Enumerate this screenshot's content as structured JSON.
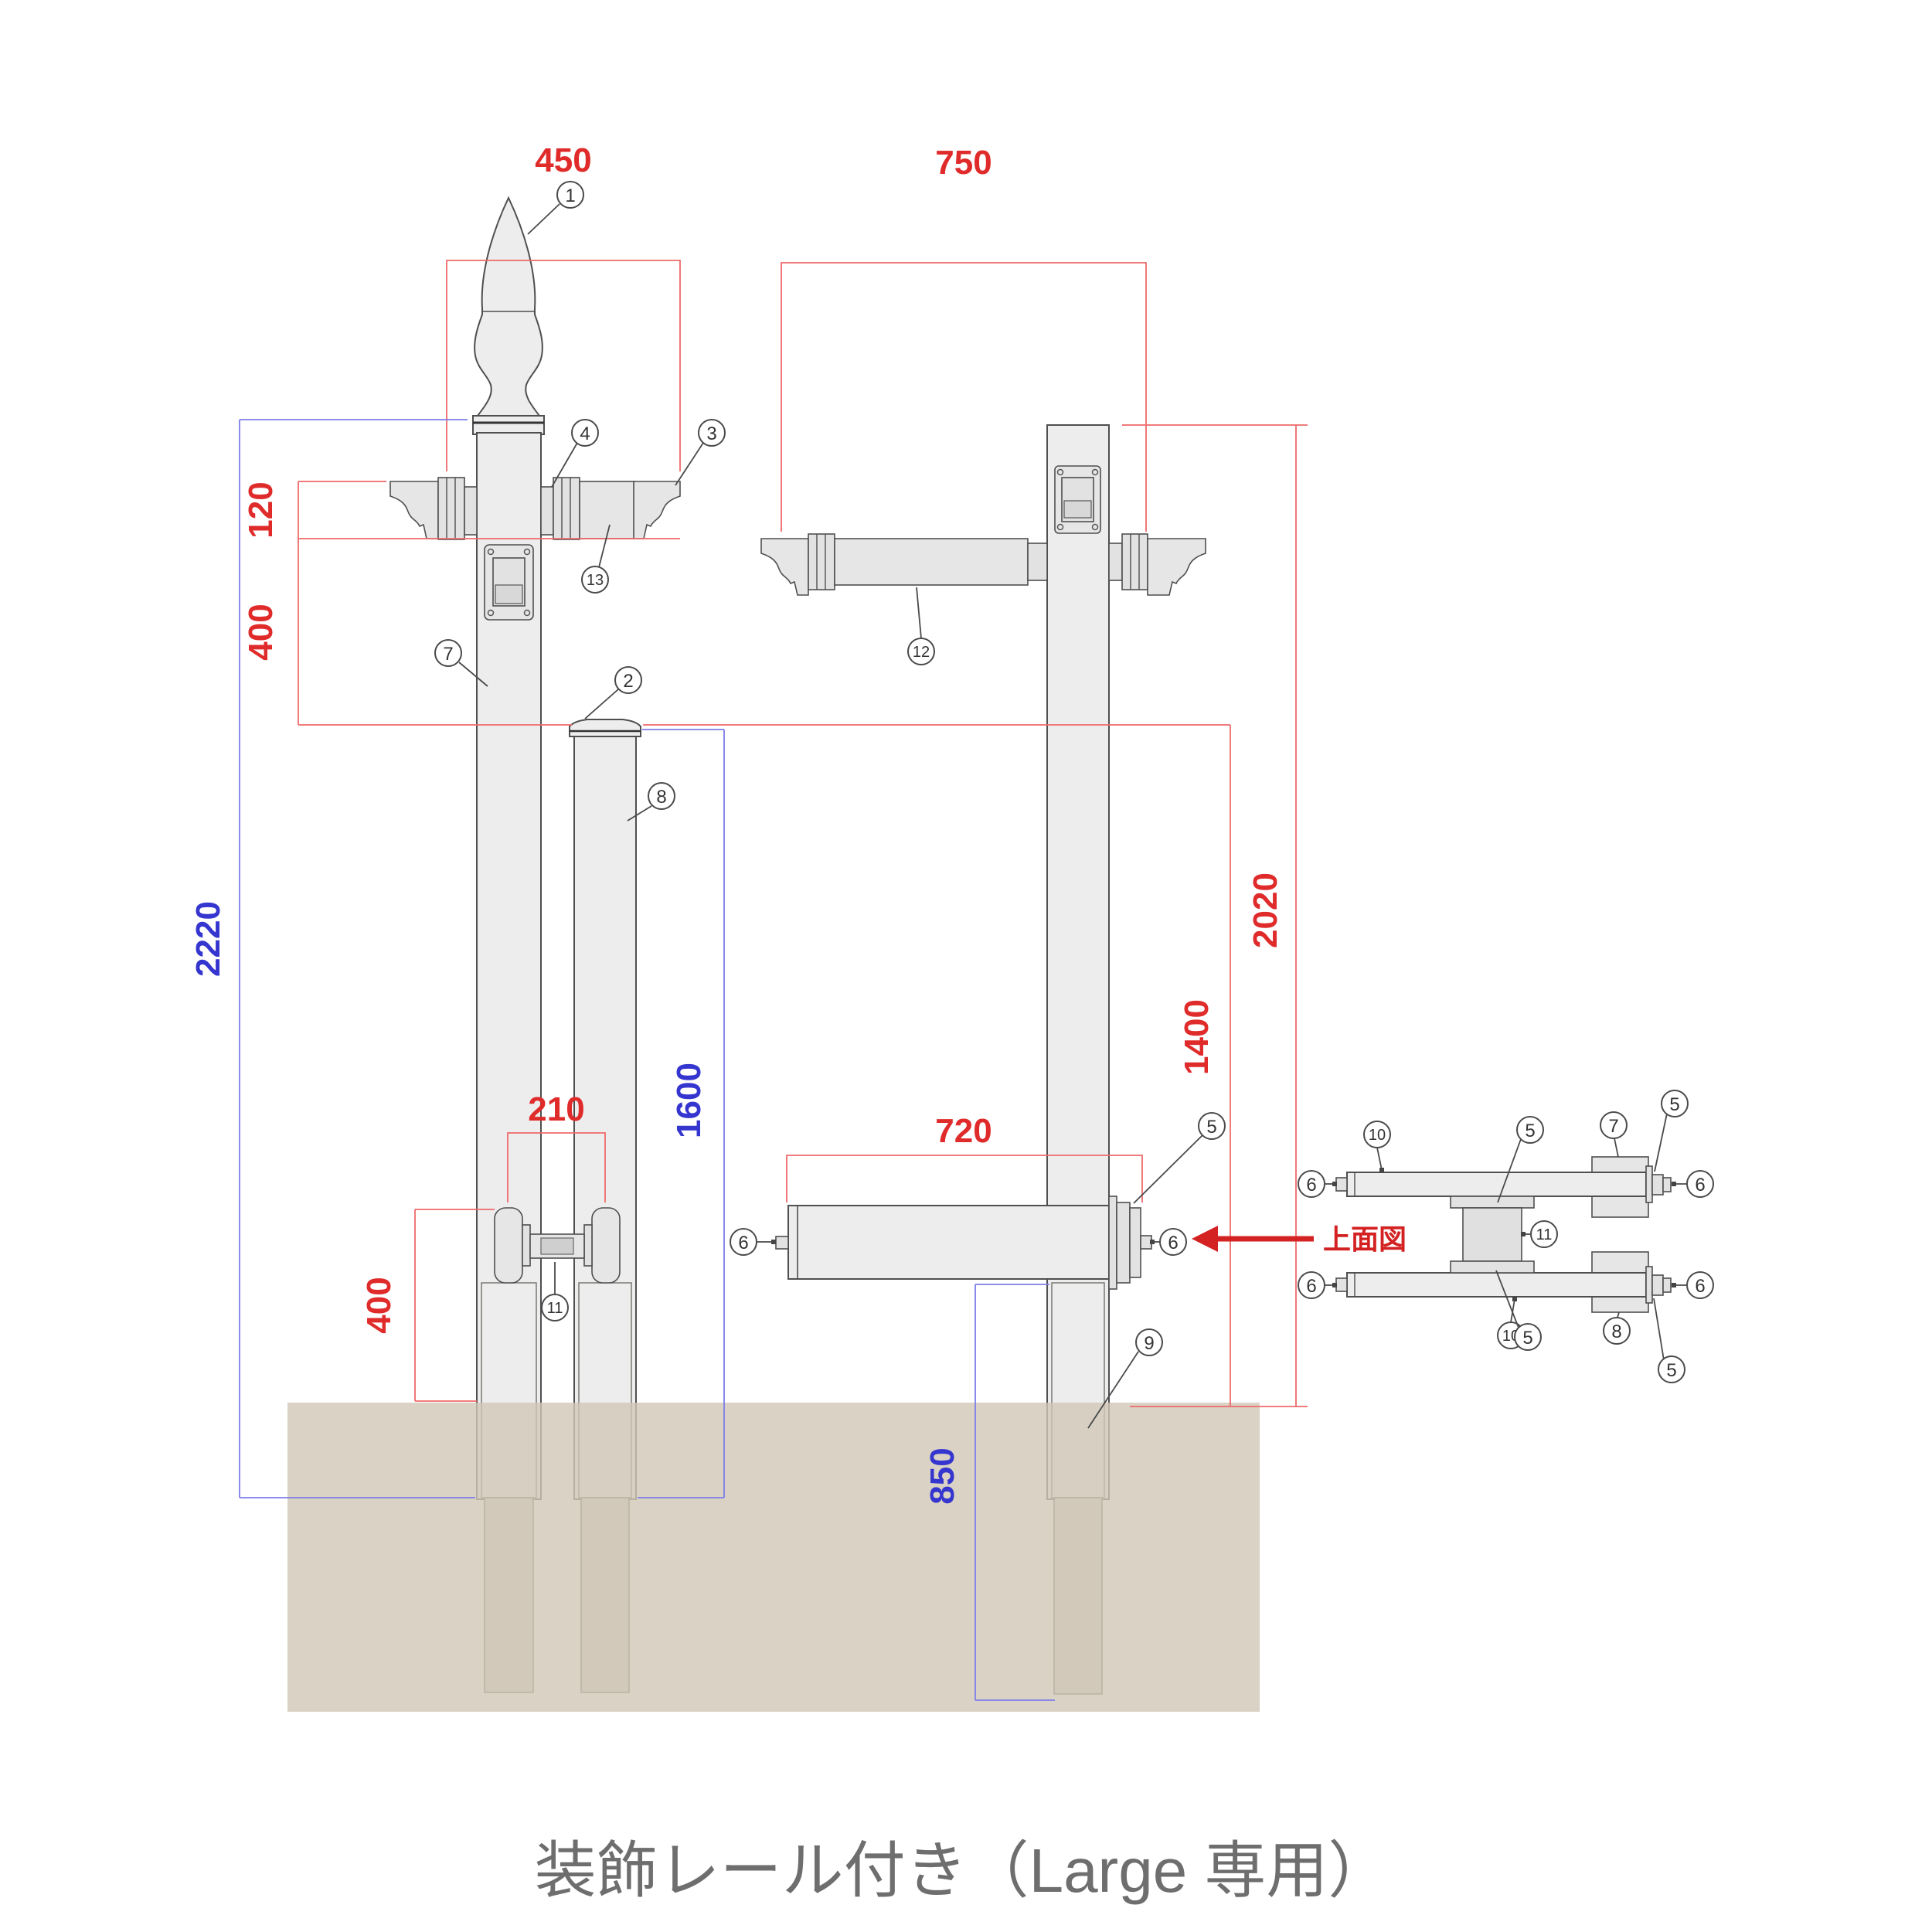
{
  "title": "装飾レール付き（Large 専用）",
  "view_annotations": {
    "top_view": "上面図"
  },
  "dimensions": {
    "left_rail_width": "450",
    "mid_rail_width": "750",
    "rail_height": "120",
    "rail_to_short_post": "400",
    "total_post_height": "2220",
    "short_post_height": "1600",
    "roller_pitch": "210",
    "left_embed": "400",
    "mid_post_total": "2020",
    "short_post_to_ground": "1400",
    "beam_length": "720",
    "embed_depth": "850"
  },
  "parts": {
    "p1": "1",
    "p2": "2",
    "p3": "3",
    "p4": "4",
    "p5": "5",
    "p6": "6",
    "p7": "7",
    "p8": "8",
    "p9": "9",
    "p10": "10",
    "p11": "11",
    "p12": "12",
    "p13": "13"
  }
}
